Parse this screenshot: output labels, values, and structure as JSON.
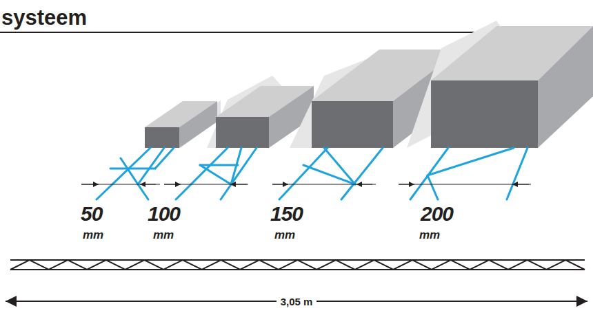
{
  "diagram": {
    "title": "systeem",
    "labels": [
      "50",
      "mm",
      "100",
      "mm",
      "150",
      "mm",
      "200",
      "mm",
      "3,05 m"
    ]
  }
}
